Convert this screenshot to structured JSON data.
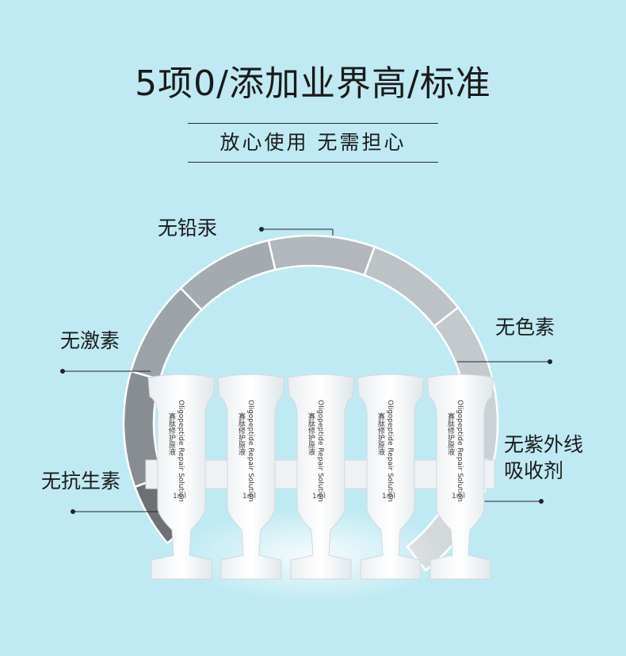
{
  "header": {
    "title": "5项0/添加业界高/标准",
    "subtitle": "放心使用 无需担心"
  },
  "labels": {
    "lead_mercury": "无铅汞",
    "hormone": "无激素",
    "pigment": "无色素",
    "antibiotic": "无抗生素",
    "uv_absorber_line1": "无紫外线",
    "uv_absorber_line2": "吸收剂"
  },
  "product": {
    "name_en": "Oligopeptide Repair Solution",
    "name_cn": "寡肽修护原液",
    "volume": "1ml"
  },
  "colors": {
    "background": "#bfeaf3",
    "ring_dark": "#6d7175",
    "ring_mid": "#9ca3a8",
    "ring_light": "#c5cbcf"
  }
}
